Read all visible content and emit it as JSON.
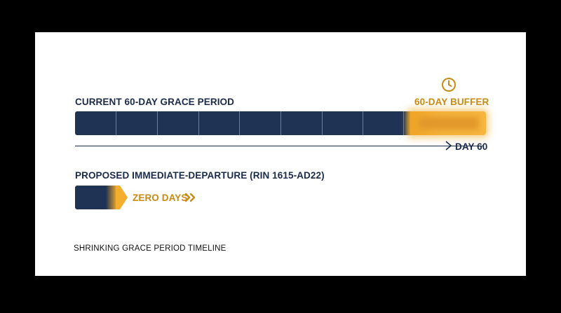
{
  "current": {
    "label": "CURRENT 60-DAY GRACE PERIOD",
    "buffer_label": "60-DAY BUFFER",
    "axis_end_label": "DAY 60",
    "segment_count": 8
  },
  "proposed": {
    "label": "PROPOSED IMMEDIATE-DEPARTURE (RIN 1615-AD22)",
    "result_label": "ZERO DAYS"
  },
  "caption": "SHRINKING GRACE PERIOD TIMELINE",
  "icons": {
    "buffer_icon": "clock-icon",
    "result_icon": "double-chevron-right-icon"
  },
  "colors": {
    "navy": "#1f3455",
    "text_navy": "#1a2a4a",
    "gold": "#f4b33c",
    "gold_text": "#c88a12"
  }
}
